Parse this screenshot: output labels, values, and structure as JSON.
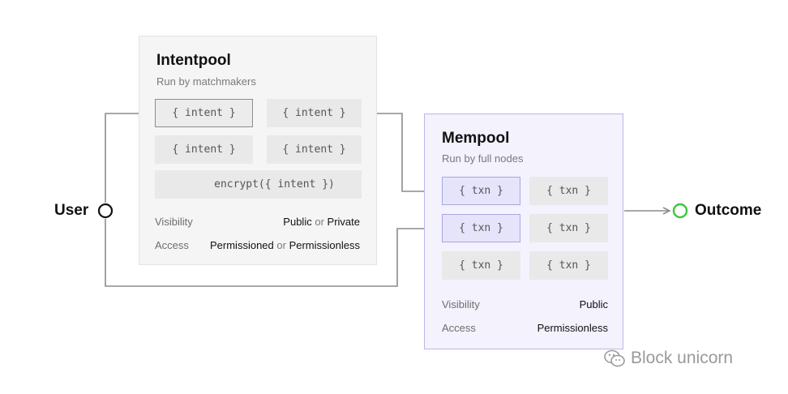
{
  "user": {
    "label": "User"
  },
  "outcome": {
    "label": "Outcome"
  },
  "intentpool": {
    "title": "Intentpool",
    "subtitle": "Run by matchmakers",
    "chips": [
      "{ intent }",
      "{ intent }",
      "{ intent }",
      "{ intent }"
    ],
    "encrypted_chip": "encrypt({ intent })",
    "visibility": {
      "label": "Visibility",
      "value_a": "Public",
      "conj": "or",
      "value_b": "Private"
    },
    "access": {
      "label": "Access",
      "value_a": "Permissioned",
      "conj": "or",
      "value_b": "Permissionless"
    }
  },
  "mempool": {
    "title": "Mempool",
    "subtitle": "Run by full nodes",
    "chips": [
      "{ txn }",
      "{ txn }",
      "{ txn }",
      "{ txn }",
      "{ txn }",
      "{ txn }"
    ],
    "visibility": {
      "label": "Visibility",
      "value": "Public"
    },
    "access": {
      "label": "Access",
      "value": "Permissionless"
    }
  },
  "watermark": {
    "text": "Block unicorn",
    "icon": "wechat-icon"
  },
  "colors": {
    "wire": "#8c8c8c",
    "outcome_ring": "#3ec63e",
    "user_ring": "#111111",
    "mempool_border": "#b9b8e8"
  }
}
